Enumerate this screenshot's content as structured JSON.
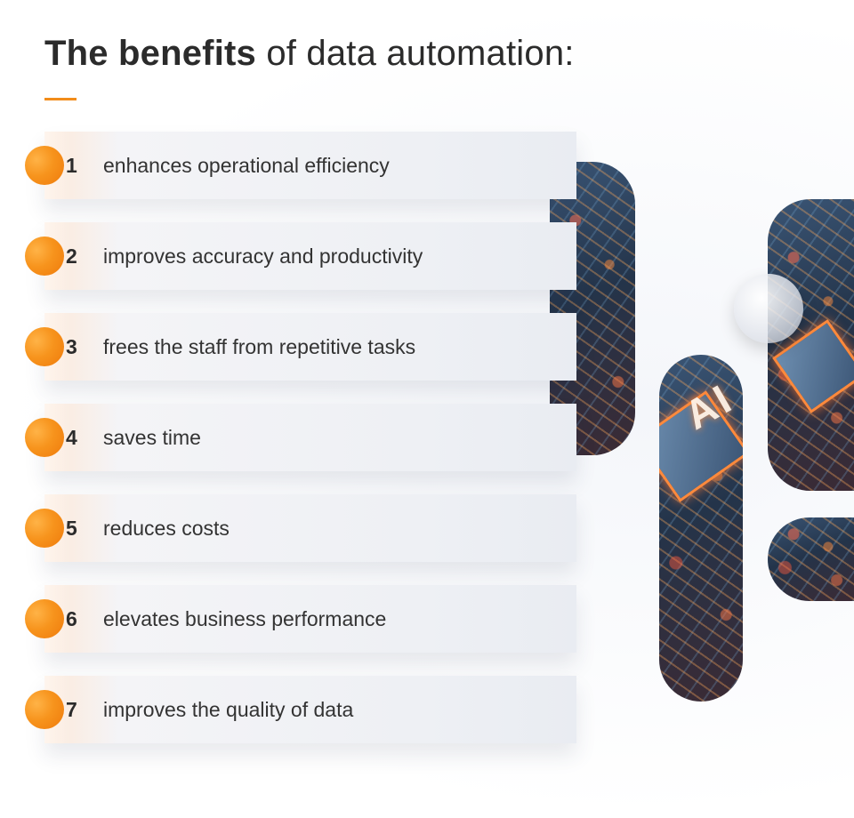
{
  "title": {
    "bold": "The benefits",
    "rest": " of data automation:"
  },
  "benefits": [
    {
      "number": "1",
      "text": "enhances operational efficiency"
    },
    {
      "number": "2",
      "text": "improves accuracy and productivity"
    },
    {
      "number": "3",
      "text": "frees the staff from repetitive tasks"
    },
    {
      "number": "4",
      "text": "saves time"
    },
    {
      "number": "5",
      "text": "reduces costs"
    },
    {
      "number": "6",
      "text": "elevates business performance"
    },
    {
      "number": "7",
      "text": "improves the quality of data"
    }
  ],
  "illustration": {
    "chip_text": "AI"
  },
  "colors": {
    "accent": "#f28c1a",
    "text": "#2b2b2b"
  }
}
